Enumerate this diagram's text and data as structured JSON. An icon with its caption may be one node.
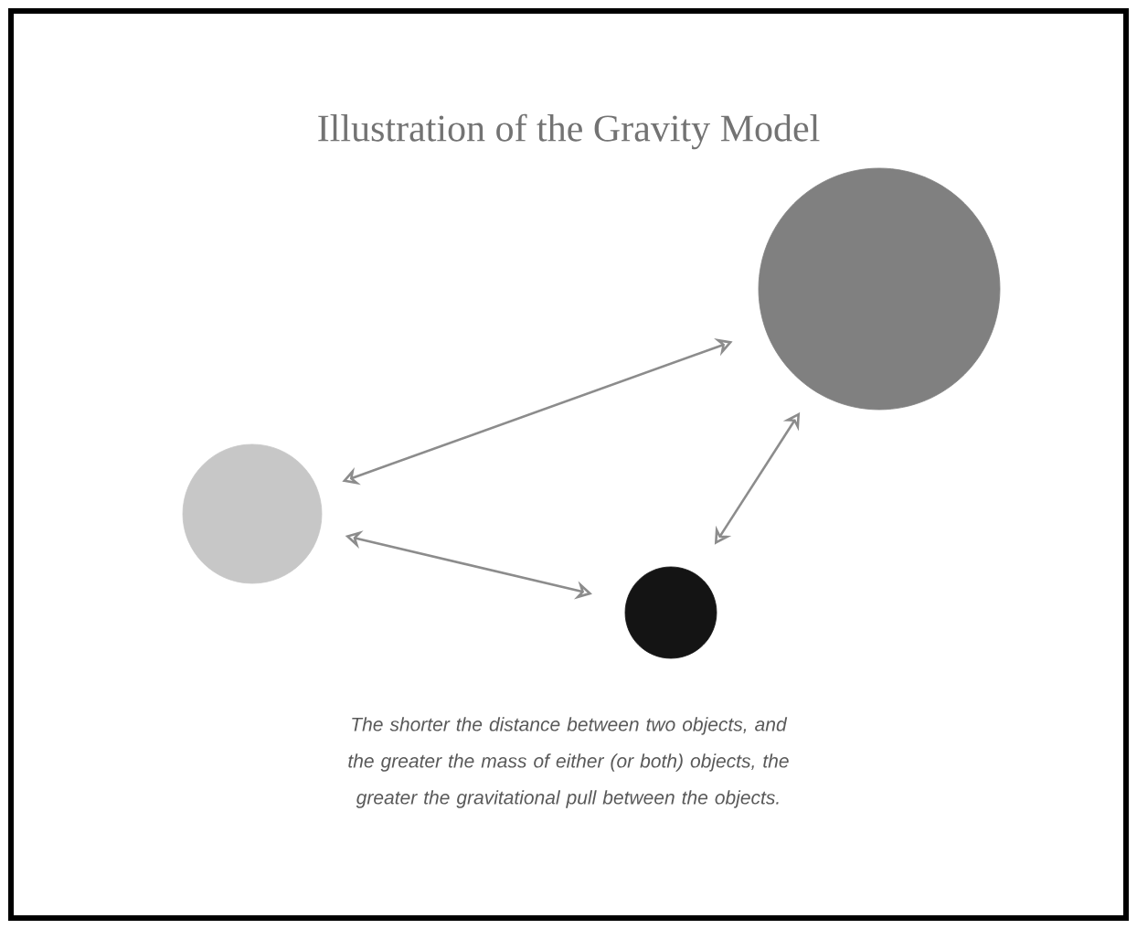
{
  "diagram": {
    "title": "Illustration of the Gravity Model",
    "caption": "The shorter the distance between two objects, and the greater the mass of either (or both) objects, the greater the gravitational pull between the objects.",
    "nodes": [
      {
        "text": [],
        "shape": "circle"
      },
      {
        "text": [],
        "shape": "circle"
      },
      {
        "text": [],
        "shape": "circle"
      }
    ],
    "edges": [
      {
        "from": 0,
        "to": 1,
        "arrow": "both"
      },
      {
        "from": 0,
        "to": 2,
        "arrow": "both"
      },
      {
        "from": 1,
        "to": 2,
        "arrow": "both"
      }
    ]
  }
}
